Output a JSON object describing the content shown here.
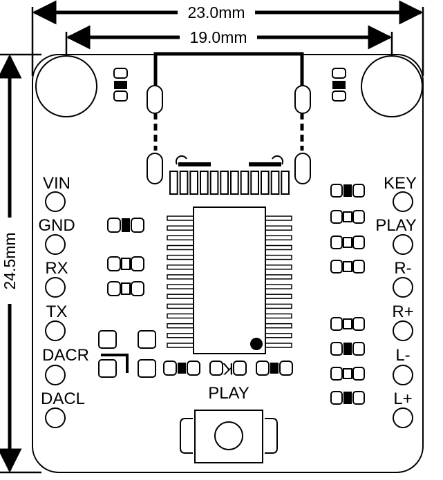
{
  "dimensions": {
    "outer_width": "23.0mm",
    "inner_width": "19.0mm",
    "height": "24.5mm"
  },
  "left_pins": [
    "VIN",
    "GND",
    "RX",
    "TX",
    "DACR",
    "DACL"
  ],
  "right_pins": [
    "KEY",
    "PLAY",
    "R-",
    "R+",
    "L-",
    "L+"
  ],
  "button_label": "PLAY",
  "diode_silk": "K"
}
